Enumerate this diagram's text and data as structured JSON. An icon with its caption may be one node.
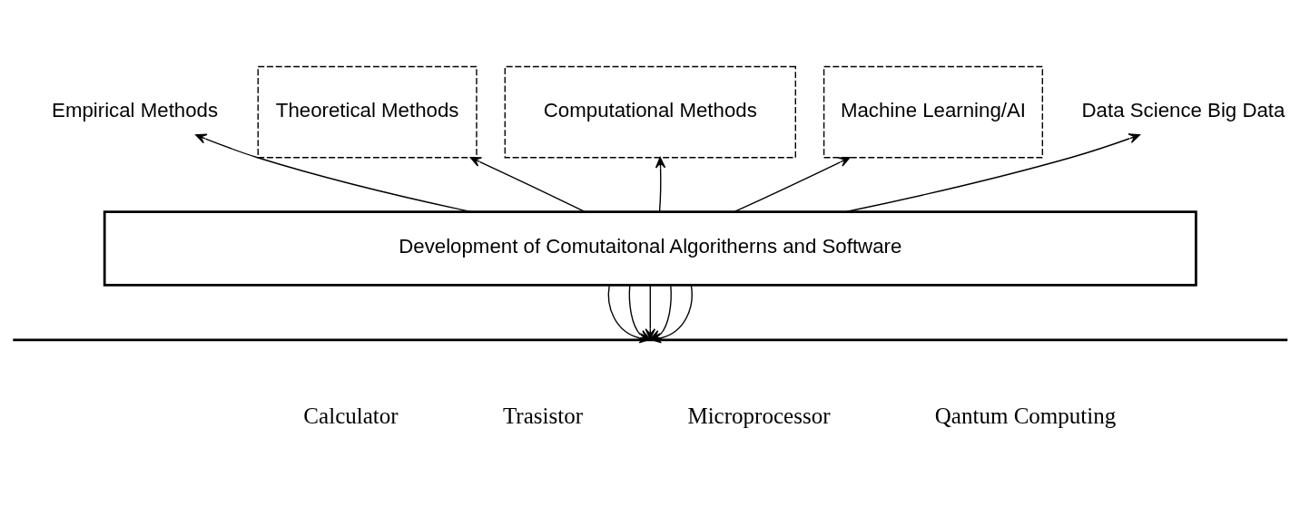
{
  "diagram": {
    "nodes": [
      {
        "text": [
          "Empirical Methods"
        ]
      },
      {
        "text": [
          "Theoretical Methods"
        ]
      },
      {
        "text": [
          "Computational Methods"
        ]
      },
      {
        "text": [
          "Machine Learning/AI"
        ]
      },
      {
        "text": [
          "Data Science Big Data"
        ]
      },
      {
        "text": [
          "Development of Comutaitonal Algoritherns and Software"
        ]
      },
      {
        "text": [],
        "shape": "line"
      }
    ],
    "edges": [
      {
        "from": 5,
        "to": 0,
        "arrow": "to"
      },
      {
        "from": 5,
        "to": 1,
        "arrow": "to"
      },
      {
        "from": 5,
        "to": 2,
        "arrow": "to"
      },
      {
        "from": 5,
        "to": 3,
        "arrow": "to"
      },
      {
        "from": 5,
        "to": 4,
        "arrow": "to"
      },
      {
        "from": 5,
        "to": 6,
        "arrow": "to"
      },
      {
        "from": 5,
        "to": 6,
        "arrow": "to"
      },
      {
        "from": 5,
        "to": 6,
        "arrow": "to"
      },
      {
        "from": 5,
        "to": 6,
        "arrow": "to"
      },
      {
        "from": 5,
        "to": 6,
        "arrow": "to"
      }
    ],
    "labels": [
      "Calculator",
      "Trasistor",
      "Microprocessor",
      "Qantum Computing"
    ]
  }
}
